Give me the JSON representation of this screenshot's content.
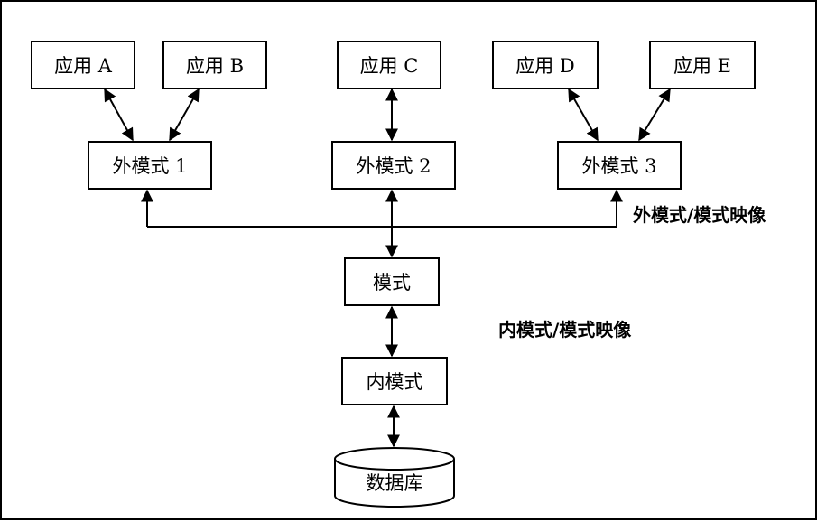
{
  "diagram": {
    "applications": [
      "应用 A",
      "应用 B",
      "应用 C",
      "应用 D",
      "应用 E"
    ],
    "external_schemas": [
      "外模式 1",
      "外模式 2",
      "外模式 3"
    ],
    "schema": "模式",
    "internal_schema": "内模式",
    "database": "数据库",
    "external_mapping_label": "外模式/模式映像",
    "internal_mapping_label": "内模式/模式映像"
  }
}
